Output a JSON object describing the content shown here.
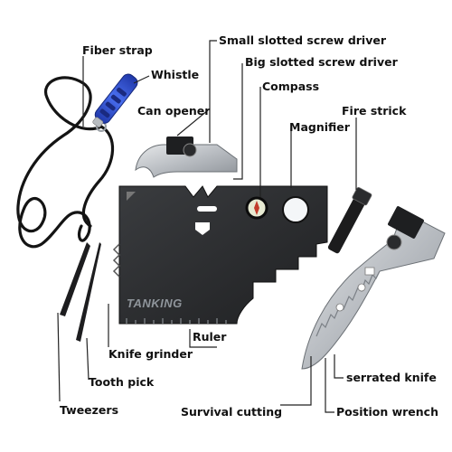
{
  "brand": "TANKING",
  "labels": {
    "fiber_strap": "Fiber strap",
    "whistle": "Whistle",
    "small_slotted_screw_driver": "Small slotted screw driver",
    "big_slotted_screw_driver": "Big slotted screw driver",
    "compass": "Compass",
    "can_opener": "Can opener",
    "fire_strick": "Fire strick",
    "magnifier": "Magnifier",
    "knife_grinder": "Knife grinder",
    "ruler": "Ruler",
    "tooth_pick": "Tooth pick",
    "serrated_knife": "serrated knife",
    "tweezers": "Tweezers",
    "survival_cutting": "Survival cutting",
    "position_wrench": "Position wrench"
  },
  "colors": {
    "card": "#2c2e30",
    "steel": "#c9ccd0",
    "whistle": "#2f4fcf",
    "cord": "#141414",
    "leader": "#222222",
    "label_text": "#111111"
  }
}
